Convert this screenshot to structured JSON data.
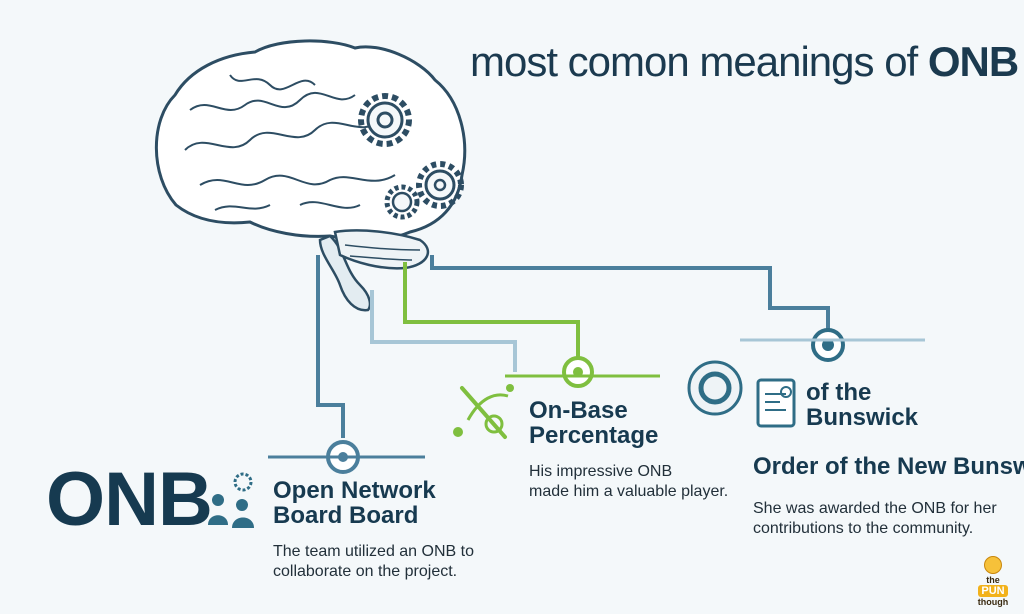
{
  "title": {
    "prefix": "most comon meanings of",
    "acronym": "ONB"
  },
  "acronym_large": "ONB",
  "meanings": [
    {
      "title_line1": "Open Network",
      "title_line2": "Board Board",
      "example_line1": "The team utilized an ONB to",
      "example_line2": "collaborate on the project.",
      "icon": "network-people-icon",
      "accent": "#2f6d86"
    },
    {
      "title_line1": "On-Base",
      "title_line2": "Percentage",
      "example_line1": "His impressive ONB",
      "example_line2": "made him a valuable player.",
      "icon": "baseball-bat-icon",
      "accent": "#7fbf3f"
    },
    {
      "title_line1": "of the",
      "title_line2": "Bunswick",
      "title_line3": "Order of the New Bunswic",
      "example_line1": "She was awarded the ONB for her",
      "example_line2": "contributions to the community.",
      "icon": "medal-certificate-icon",
      "accent": "#2f6d86"
    }
  ],
  "logo": {
    "line1": "the",
    "line2": "PUN",
    "line3": "though"
  },
  "colors": {
    "line_dark": "#4b7f9c",
    "line_light": "#a7c6d6",
    "line_green": "#7fbf3f",
    "text": "#173a50"
  }
}
